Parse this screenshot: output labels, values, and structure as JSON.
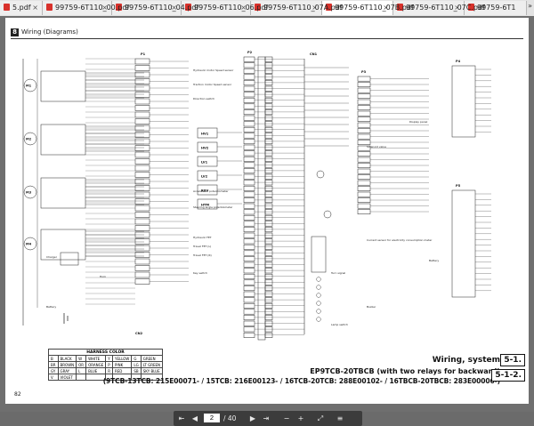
{
  "tabs": [
    {
      "label": "5.pdf",
      "active": false
    },
    {
      "label": "99759-6T110_00.pdf",
      "active": false
    },
    {
      "label": "99759-6T110_04.pdf",
      "active": false
    },
    {
      "label": "99759-6T110_06.pdf",
      "active": false
    },
    {
      "label": "99759-6T110_07A.pdf",
      "active": false
    },
    {
      "label": "99759-6T110_07B.pdf",
      "active": true
    },
    {
      "label": "99759-6T110_07C.pdf",
      "active": false
    },
    {
      "label": "99759-6T1",
      "active": false
    }
  ],
  "tab_close_glyph": "×",
  "tab_overflow_glyph": "»",
  "page": {
    "header_box": "8",
    "header_text": "Wiring (Diagrams)",
    "page_number": "82",
    "title": "Wiring, system",
    "section_main": "5-1.",
    "subtitle": "EP9TCB-20TBCB (with two relays for backward)",
    "models": "(9TCB-13TCB: 215E00071- / 15TCB: 216E00123- / 16TCB-20TCB: 288E00102- / 16TBCB-20TBCB: 283E00006-)",
    "section_sub": "5-1-2."
  },
  "harness": {
    "title": "HARNESS COLOR",
    "rows": [
      [
        "B",
        "BLACK",
        "W",
        "WHITE",
        "Y",
        "YELLOW",
        "G",
        "GREEN"
      ],
      [
        "BR",
        "BROWN",
        "OR",
        "ORANGE",
        "P",
        "PINK",
        "LG",
        "LT GREEN"
      ],
      [
        "GY",
        "GRAY",
        "L",
        "BLUE",
        "R",
        "RED",
        "SB",
        "SKY BLUE"
      ],
      [
        "V",
        "VIOLET",
        "",
        "",
        "",
        "",
        "",
        ""
      ]
    ]
  },
  "diagram_labels": {
    "motors": [
      "M1",
      "M2",
      "M3",
      "M4"
    ],
    "modules": [
      "HV1",
      "HV2",
      "LV1",
      "LV2",
      "RXV",
      "HTM"
    ],
    "sensor_labels": [
      "Hydraulic motor Speed sensor",
      "Traction motor Speed sensor",
      "Direction switch",
      "Accelerator potentiometer",
      "Steering angle potentiometer",
      "Hydraulic FET",
      "Travel FET (L)",
      "Travel FET (R)",
      "Key switch",
      "Horn",
      "Charger",
      "Battery",
      "Turn signal",
      "Lamp switch",
      "Current sensor for electricity consumption meter",
      "Display panel",
      "Solenoid valve",
      "Buzzer"
    ],
    "connectors": [
      "P1",
      "P2",
      "P3",
      "P4",
      "P5",
      "CN1",
      "CN2"
    ]
  },
  "pdf_toolbar": {
    "current_page": "2",
    "total": "/ 40",
    "prev_icon": "◀",
    "first_icon": "⇤",
    "next_icon": "▶",
    "last_icon": "⇥",
    "zoom_out_icon": "−",
    "zoom_in_icon": "+",
    "fit_icon": "⤢",
    "more_icon": "≡"
  }
}
